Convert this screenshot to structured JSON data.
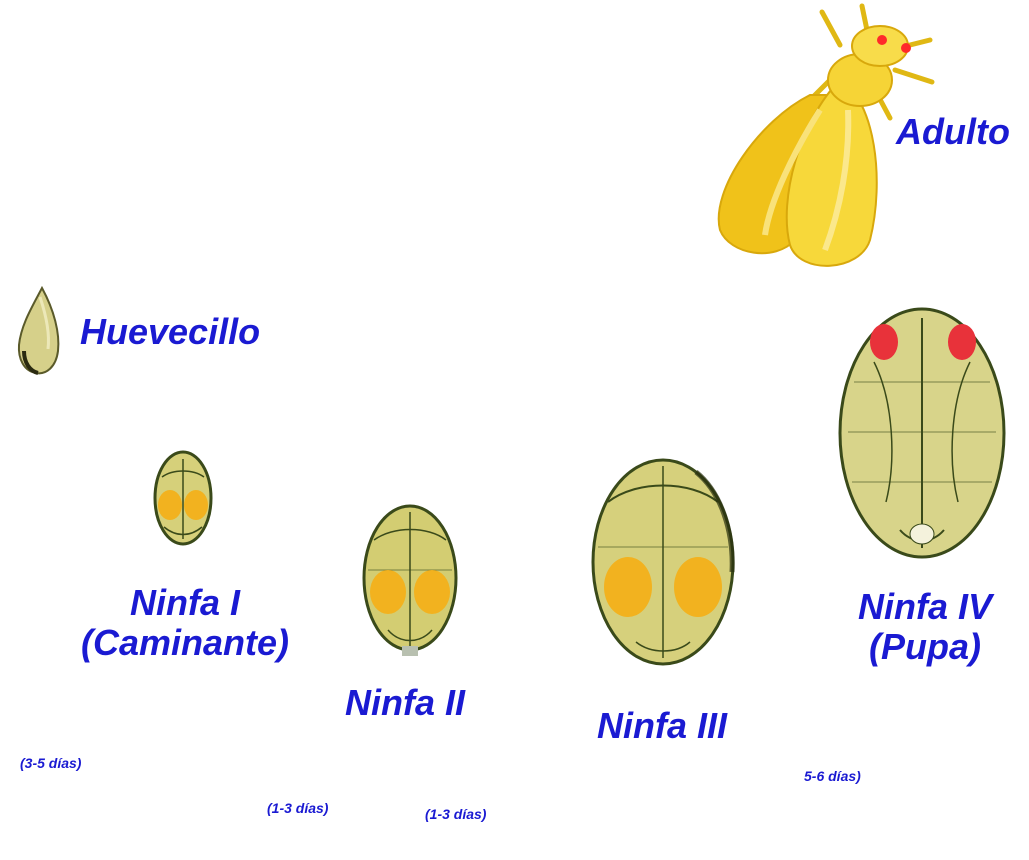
{
  "stages": {
    "adulto": {
      "label": "Adulto"
    },
    "huevecillo": {
      "label": "Huevecillo"
    },
    "ninfa1": {
      "line1": "Ninfa I",
      "line2": "(Caminante)"
    },
    "ninfa2": {
      "label": "Ninfa II"
    },
    "ninfa3": {
      "label": "Ninfa III"
    },
    "ninfa4": {
      "line1": "Ninfa IV",
      "line2": "(Pupa)"
    }
  },
  "durations": {
    "ninfa1": "(3-5 días)",
    "ninfa2": "(1-3 días)",
    "ninfa3": "(1-3 días)",
    "ninfa4": "5-6 días)"
  },
  "colors": {
    "label_text": "#1a1ad2",
    "nymph_body": "#d9d98a",
    "nymph_outline": "#3a4a1a",
    "eye_spot_orange": "#f2b21f",
    "eye_spot_red": "#e8323a",
    "adult_wing": "#f5d21e",
    "adult_eye": "#ff2a2a"
  },
  "icons": [
    "whitefly-adult",
    "egg",
    "nymph-1",
    "nymph-2",
    "nymph-3",
    "nymph-4-pupa"
  ]
}
